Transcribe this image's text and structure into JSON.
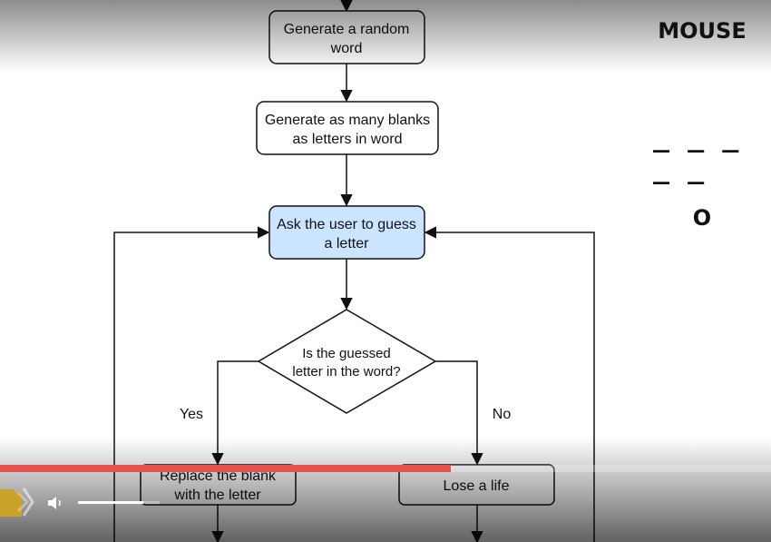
{
  "flowchart": {
    "steps": {
      "generate_word": [
        "Generate a random",
        "word"
      ],
      "generate_blanks": [
        "Generate as many blanks",
        "as letters in word"
      ],
      "ask_guess": [
        "Ask the user to guess",
        "a letter"
      ],
      "decision": [
        "Is the guessed",
        "letter in the word?"
      ],
      "replace_blank": [
        "Replace the blank",
        "with the letter"
      ],
      "lose_life": "Lose a life"
    },
    "branch_yes": "Yes",
    "branch_no": "No",
    "highlight_color": "#cce5ff"
  },
  "game_panel": {
    "word": "MOUSE",
    "blanks": "_ _ _ _ _",
    "guessed_letter": "O"
  },
  "player": {
    "progress_fraction": 0.585,
    "volume_fraction": 0.8,
    "accent_color": "#e0534f",
    "play_icon": "play-icon",
    "volume_icon": "volume-icon"
  }
}
